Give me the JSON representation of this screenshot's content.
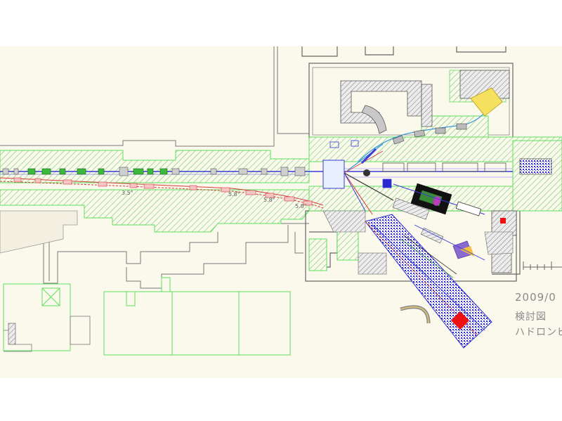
{
  "drawing": {
    "date_text": "2009/0",
    "caption_1": "検討図",
    "caption_2": "ハドロンビ",
    "angle_labels": [
      "3.5°",
      "5.8°",
      "5.8°",
      "5.8°"
    ]
  },
  "colors": {
    "paper": "#fbf8ec",
    "hatch_green": "#6ccf6c",
    "wall_gray": "#7a7a7a",
    "beam_blue": "#3a3ad8",
    "beam_red": "#d83a3a",
    "target_red": "#ee1111",
    "outline_green": "#5ee05e"
  }
}
